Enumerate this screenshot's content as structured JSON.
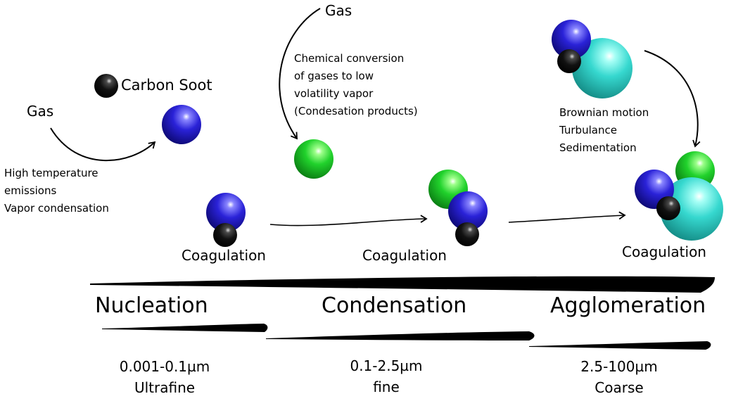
{
  "colors": {
    "blue": "#1a14b8",
    "green": "#19c928",
    "cyan": "#2fd3c9",
    "black": "#050505"
  },
  "labels": {
    "gas_left": "Gas",
    "gas_top": "Gas",
    "carbon_soot": "Carbon Soot",
    "emissions": [
      "High temperature",
      "emissions",
      "Vapor condensation"
    ],
    "chemical": [
      "Chemical conversion",
      "of gases to low",
      "volatility vapor",
      "(Condesation products)"
    ],
    "brownian": [
      "Brownian motion",
      "Turbulance",
      "Sedimentation"
    ],
    "coag1": "Coagulation",
    "coag2": "Coagulation",
    "coag3": "Coagulation"
  },
  "stages": [
    {
      "name": "Nucleation",
      "size": "0.001-0.1µm",
      "class": "Ultrafine"
    },
    {
      "name": "Condensation",
      "size": "0.1-2.5µm",
      "class": "fine"
    },
    {
      "name": "Agglomeration",
      "size": "2.5-100µm",
      "class": "Coarse"
    }
  ]
}
